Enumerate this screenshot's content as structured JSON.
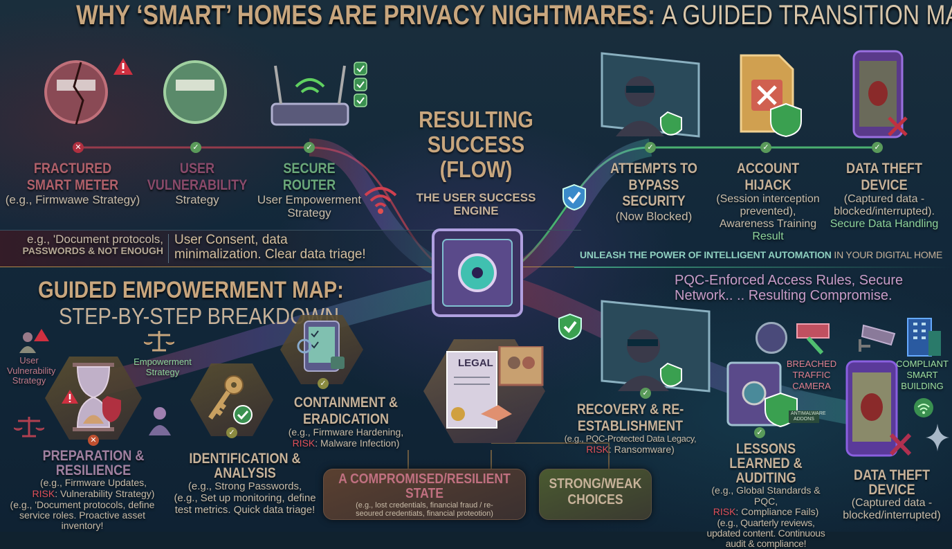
{
  "title": {
    "main": "WHY ‘SMART’ HOMES ARE PRIVACY NIGHTMARES:",
    "sub": "A GUIDED TRANSITION MAP."
  },
  "top_left": [
    {
      "title": "FRACTURED SMART METER",
      "desc": "(e.g., Firmwawe Strategy)",
      "status": "x"
    },
    {
      "title": "USER VULNERABILITY",
      "desc": "Strategy",
      "status": "check"
    },
    {
      "title": "SECURE ROUTER",
      "desc": "User Empowerment Strategy",
      "status": "check"
    }
  ],
  "band": {
    "left_line1": "e.g., 'Document protocols,",
    "left_line2": "PASSWORDS & NOT ENOUGH",
    "right_line1": "User Consent, data",
    "right_line2": "minimalization. Clear data triage!"
  },
  "center": {
    "title": "RESULTING SUCCESS (FLOW)",
    "subtitle": "THE USER SUCCESS ENGINE"
  },
  "top_right": [
    {
      "title": "ATTEMPTS TO BYPASS SECURITY",
      "desc": "(Now Blocked)"
    },
    {
      "title": "ACCOUNT HIJACK",
      "desc": "(Session interception prevented), Awareness Training",
      "note": "Result"
    },
    {
      "title": "DATA THEFT DEVICE",
      "desc": "(Captured data - blocked/interrupted).",
      "note": "Secure Data Handling"
    }
  ],
  "tagline": {
    "bold": "UNLEASH THE POWER OF INTELLIGENT AUTOMATION",
    "rest": "IN YOUR DIGITAL HOME"
  },
  "map": {
    "title": "GUIDED EMPOWERMENT MAP:",
    "subtitle": "STEP-BY-STEP BREAKDOWN"
  },
  "side_labels": {
    "user_vuln": "User Vulnerability Strategy",
    "empowerment": "Empowerment Strategy",
    "breached": "BREACHED TRAFFIC CAMERA",
    "compliant": "COMPLIANT SMART BUILDING",
    "legal": "LEGAL",
    "vault_badge": "ANTIMALWARE ADDONS"
  },
  "pqc_note": "PQC-Enforced Access Rules, Secure Network.. .. Resulting Compromise.",
  "steps": {
    "prep": {
      "title": "PREPARATION & RESILIENCE",
      "d1": "(e.g., Firmware Updates,",
      "risk": "RISK",
      "d2": ": Vulnerability Strategy)",
      "d3": "(e.g., 'Document protocols, define service roles. Proactive asset inventory!"
    },
    "ident": {
      "title": "IDENTIFICATION & ANALYSIS",
      "d1": "(e.g., Strong Passwords,",
      "d2": "(e.g., Set up monitoring, define test metrics. Quick data triage!"
    },
    "contain": {
      "title": "CONTAINMENT & ERADICATION",
      "d1": "(e.g., Firmware Hardening,",
      "risk": "RISK",
      "d2": ": Malware Infection)"
    },
    "recovery": {
      "title": "RECOVERY & RE-ESTABLISHMENT",
      "d1": "(e.g., PQC-Protected Data Legacy,",
      "risk": "RISK",
      "d2": ": Ransomware)"
    },
    "lessons": {
      "title": "LESSONS LEARNED & AUDITING",
      "d1": "(e.g., Global Standards & PQC,",
      "risk": "RISK",
      "d2": ": Compliance Fails)",
      "d3": "(e.g., Quarterly reviews, updated content. Continuous audit & compliance!"
    },
    "theft": {
      "title": "DATA THEFT DEVICE",
      "d1": "(Captured data -",
      "d2": "blocked/interrupted)"
    }
  },
  "states": {
    "compromised": {
      "title": "A COMPROMISED/RESILIENT STATE",
      "desc": "(e.g., lost credentials, financial fraud / re-seoured credentiats, financial proteotion)"
    },
    "choices": {
      "title": "STRONG/WEAK CHOICES"
    }
  },
  "colors": {
    "accent": "#c8a67e",
    "risk": "#e0505a",
    "success": "#5fbf6a",
    "purple": "#c89cc8"
  }
}
